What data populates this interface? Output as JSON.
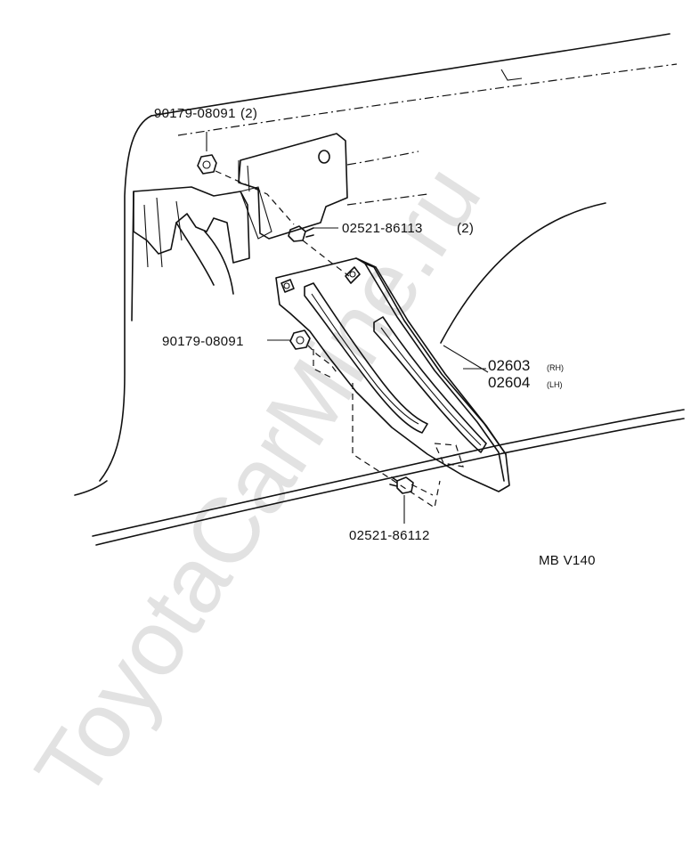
{
  "diagram": {
    "code": "MB V140",
    "watermark": "ToyotaCarMine.ru",
    "parts": [
      {
        "id": "clip-top",
        "number": "90179-08091",
        "qty": "(2)"
      },
      {
        "id": "screw-upper",
        "number": "02521-86113",
        "qty": "(2)"
      },
      {
        "id": "clip-mid",
        "number": "90179-08091",
        "qty": ""
      },
      {
        "id": "panel",
        "number_rh": "02603",
        "side_rh": "(RH)",
        "number_lh": "02604",
        "side_lh": "(LH)"
      },
      {
        "id": "screw-lower",
        "number": "02521-86112",
        "qty": ""
      }
    ]
  }
}
